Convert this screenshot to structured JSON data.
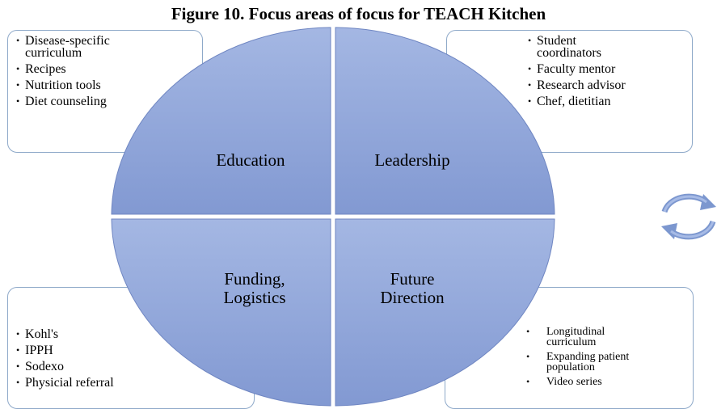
{
  "title": "Figure 10. Focus areas of focus for TEACH Kitchen",
  "quadrants": {
    "education": "Education",
    "leadership": "Leadership",
    "funding_line1": "Funding,",
    "funding_line2": "Logistics",
    "future_line1": "Future",
    "future_line2": "Direction"
  },
  "education_items": [
    "Disease-specific curriculum",
    "Recipes",
    "Nutrition tools",
    "Diet counseling"
  ],
  "leadership_items": [
    "Student coordinators",
    "Faculty mentor",
    "Research advisor",
    "Chef, dietitian"
  ],
  "funding_items": [
    "Kohl's",
    "IPPH",
    "Sodexo",
    "Physicial referral"
  ],
  "future_items": [
    "Longitudinal curriculum",
    "Expanding patient population",
    "Video series"
  ],
  "colors": {
    "fill": "#8fa6d9",
    "border": "#8ea9c9",
    "arrow": "#6f8cc9"
  },
  "icons": {
    "cycle": "circular-arrows-icon"
  }
}
